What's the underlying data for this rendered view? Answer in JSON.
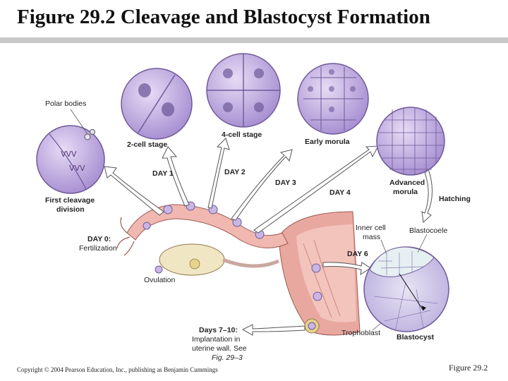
{
  "header": {
    "title": "Figure 29.2  Cleavage and Blastocyst Formation"
  },
  "labels": {
    "polar_bodies": "Polar bodies",
    "first_cleavage_1": "First cleavage",
    "first_cleavage_2": "division",
    "two_cell": "2-cell stage",
    "four_cell": "4-cell stage",
    "early_morula": "Early morula",
    "advanced_morula_1": "Advanced",
    "advanced_morula_2": "morula",
    "hatching": "Hatching",
    "day1": "DAY 1",
    "day2": "DAY 2",
    "day3": "DAY 3",
    "day4": "DAY 4",
    "day0": "DAY 0:",
    "fertilization": "Fertilization",
    "ovulation": "Ovulation",
    "inner_cell_mass_1": "Inner cell",
    "inner_cell_mass_2": "mass",
    "blastocoele": "Blastocoele",
    "day6": "DAY 6",
    "trophoblast": "Trophoblast",
    "blastocyst": "Blastocyst",
    "implant_1": "Days 7–10:",
    "implant_2": "Implantation in",
    "implant_3": "uterine wall. See",
    "implant_4": "Fig. 29–3"
  },
  "footer": {
    "copyright": "Copyright © 2004 Pearson Education, Inc., publishing as Benjamin Cummings",
    "figure_number": "Figure 29.2"
  },
  "colors": {
    "cell_fill": "#c9b6e4",
    "cell_stroke": "#6f5a9a",
    "tube_fill": "#f0b8b0",
    "uterus_fill": "#e8a8a0",
    "ovary_fill": "#f1e6c4",
    "arrow_fill": "#ffffff"
  }
}
